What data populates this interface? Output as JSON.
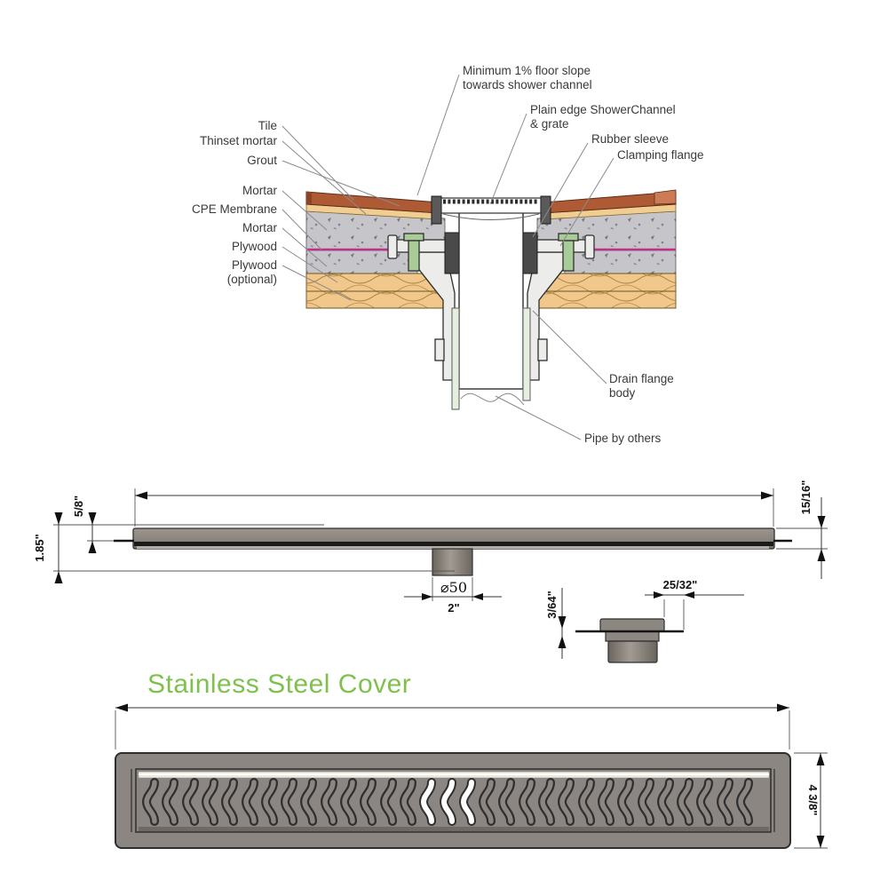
{
  "cross_section": {
    "left_labels": {
      "tile": "Tile",
      "thinset": "Thinset mortar",
      "grout": "Grout",
      "mortar_upper": "Mortar",
      "membrane": "CPE Membrane",
      "mortar_lower": "Mortar",
      "plywood": "Plywood",
      "plywood_opt_line1": "Plywood",
      "plywood_opt_line2": "(optional)"
    },
    "right_labels": {
      "slope_line1": "Minimum 1% floor slope",
      "slope_line2": "towards shower channel",
      "channel_line1": "Plain edge ShowerChannel",
      "channel_line2": "& grate",
      "rubber_sleeve": "Rubber sleeve",
      "clamping_flange": "Clamping flange",
      "drain_line1": "Drain flange",
      "drain_line2": "body",
      "pipe": "Pipe by others"
    }
  },
  "side_view": {
    "total_height": "1.85\"",
    "top_depth": "5/8\"",
    "body_height": "15/16\"",
    "outlet_diameter_mm": "⌀50",
    "outlet_diameter_in": "2\"",
    "flange_thickness": "3/64\"",
    "outlet_edge_offset": "25/32\""
  },
  "cover_view": {
    "title": "Stainless Steel Cover",
    "height": "4 3/8\""
  },
  "colors": {
    "title_green": "#7fc04e",
    "membrane_magenta": "#c2308c",
    "tile_brown": "#ae5a35",
    "thinset_tan": "#f2cd92",
    "mortar_gray": "#c6c6ca",
    "plywood_tan": "#f1c78c",
    "bolt_green": "#a9cb97",
    "steel_gray": "#8b8682",
    "pipe_green": "#e4f0dd"
  }
}
